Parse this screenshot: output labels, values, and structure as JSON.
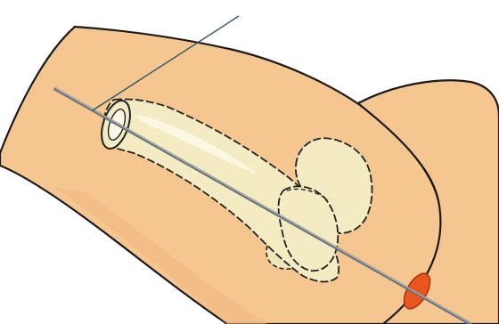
{
  "figure": {
    "caption_fragment": "",
    "colors": {
      "skin": "#f5c690",
      "skin_outline": "#1a1a1a",
      "bone": "#f3ecc3",
      "bone_highlight": "#fbf8e6",
      "bone_outline": "#222222",
      "needle": "#6d7478",
      "needle_highlight": "#b9c1c5",
      "leader_line": "#2f5a64",
      "exit_wound": "#e8551d",
      "exit_wound_outline": "#a52f0b",
      "background": "#ffffff"
    },
    "parts": [
      "thigh-skin",
      "buttock-skin",
      "femur-shaft",
      "femur-canal-opening",
      "femur-head",
      "greater-trochanter",
      "lesser-trochanter",
      "guide-pin",
      "exit-point",
      "pointer-line"
    ]
  }
}
